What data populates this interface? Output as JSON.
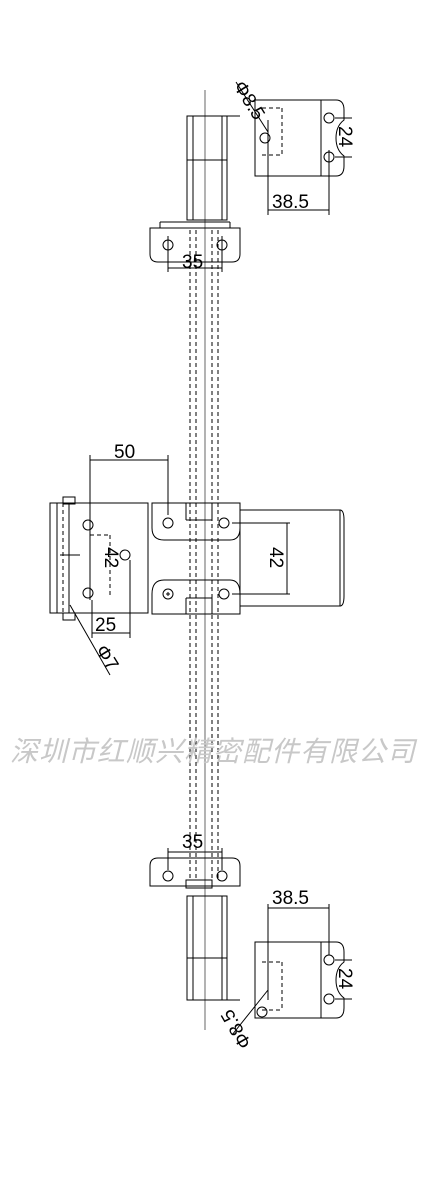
{
  "dimensions": {
    "top_hole_dia": "Φ8.5",
    "top_pitch": "24",
    "top_width": "38.5",
    "top_bracket_span": "35",
    "left_offset": "50",
    "center_left_pitch": "42",
    "center_right_pitch": "42",
    "center_left_width": "25",
    "center_hole_dia": "Φ7",
    "bottom_bracket_span": "35",
    "bottom_width": "38.5",
    "bottom_pitch": "24",
    "bottom_hole_dia": "Φ8.5"
  },
  "watermark": "深圳市红顺兴精密配件有限公司",
  "colors": {
    "line": "#000000",
    "watermark": "#c8c8c8"
  }
}
